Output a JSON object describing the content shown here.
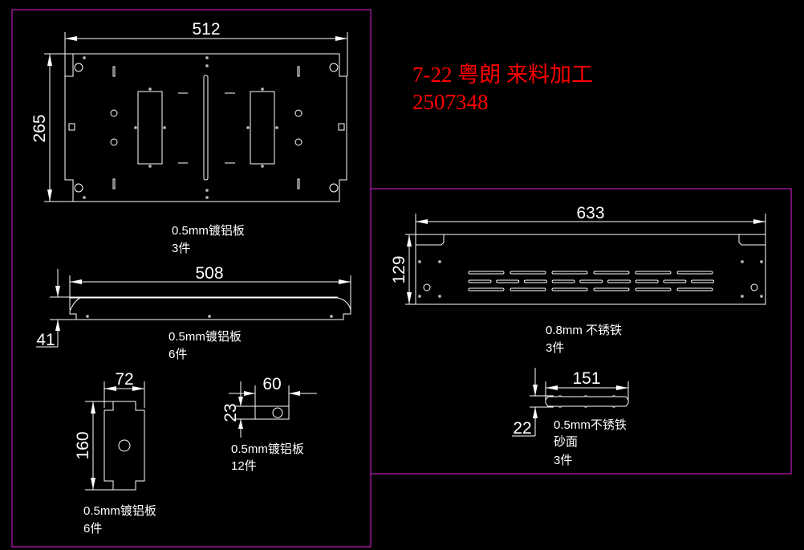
{
  "title": {
    "line1": "7-22 粤朗 来料加工",
    "line2": "2507348",
    "color": "#ff0000"
  },
  "frame_color": "#e020e0",
  "parts": [
    {
      "id": "top-plate",
      "width_dim": "512",
      "height_dim": "265",
      "material": "0.5mm镀铝板",
      "qty": "3件"
    },
    {
      "id": "long-bar",
      "width_dim": "508",
      "height_dim": "41",
      "material": "0.5mm镀铝板",
      "qty": "6件"
    },
    {
      "id": "small-plate",
      "width_dim": "72",
      "height_dim": "160",
      "material": "0.5mm镀铝板",
      "qty": "6件"
    },
    {
      "id": "small-strip",
      "width_dim": "60",
      "height_dim": "23",
      "material": "0.5mm镀铝板",
      "qty": "12件"
    },
    {
      "id": "front-panel",
      "width_dim": "633",
      "height_dim": "129",
      "material": "0.8mm 不锈铁",
      "qty": "3件"
    },
    {
      "id": "thin-strip",
      "width_dim": "151",
      "height_dim": "22",
      "material": "0.5mm不锈铁",
      "finish": "砂面",
      "qty": "3件"
    }
  ]
}
